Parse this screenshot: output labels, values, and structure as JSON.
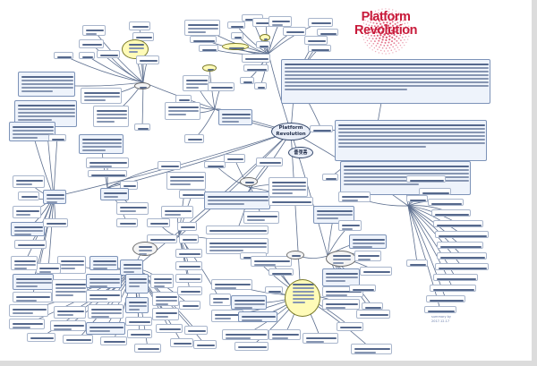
{
  "logo": {
    "line1": "Platform",
    "line2": "Revolution",
    "accent_color": "#c81a3a"
  },
  "central_nodes": {
    "platform_revolution": "Platform Revolution",
    "hub_label": "플랫폼"
  },
  "credit": {
    "line1": "summary by",
    "line2": "2017.12.17"
  },
  "colors": {
    "node_fill": "#eef3fb",
    "node_border": "#7d93b8",
    "highlight_fill": "#fffbb8",
    "connector": "#5d6f8f"
  }
}
